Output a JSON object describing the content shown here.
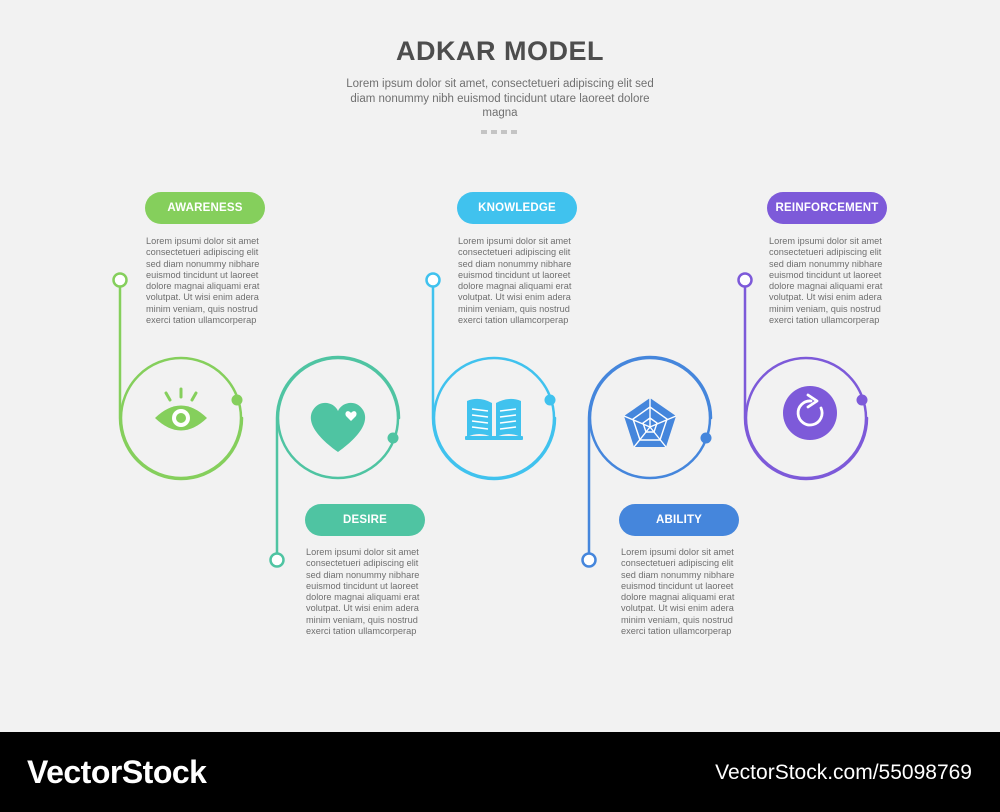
{
  "header": {
    "title": "ADKAR MODEL",
    "subtitle": "Lorem ipsum dolor sit amet, consectetueri adipiscing elit sed diam nonummy nibh euismod tincidunt utare laoreet dolore magna"
  },
  "steps": [
    {
      "label": "AWARENESS",
      "color": "#85cf5c",
      "icon": "eye-icon",
      "text": "Lorem ipsumi dolor sit amet consectetueri adipiscing elit sed diam nonummy nibhare euismod tincidunt ut laoreet dolore magnai aliquami erat volutpat. Ut wisi enim adera minim veniam, quis nostrud exerci tation ullamcorperap"
    },
    {
      "label": "DESIRE",
      "color": "#4fc4a2",
      "icon": "heart-icon",
      "text": "Lorem ipsumi dolor sit amet consectetueri adipiscing elit sed diam nonummy nibhare euismod tincidunt ut laoreet dolore magnai aliquami erat volutpat. Ut wisi enim adera minim veniam, quis nostrud exerci tation ullamcorperap"
    },
    {
      "label": "KNOWLEDGE",
      "color": "#40c2ee",
      "icon": "book-icon",
      "text": "Lorem ipsumi dolor sit amet consectetueri adipiscing elit sed diam nonummy nibhare euismod tincidunt ut laoreet dolore magnai aliquami erat volutpat. Ut wisi enim adera minim veniam, quis nostrud exerci tation ullamcorperap"
    },
    {
      "label": "ABILITY",
      "color": "#4586dc",
      "icon": "pentagon-web-icon",
      "text": "Lorem ipsumi dolor sit amet consectetueri adipiscing elit sed diam nonummy nibhare euismod tincidunt ut laoreet dolore magnai aliquami erat volutpat. Ut wisi enim adera minim veniam, quis nostrud exerci tation ullamcorperap"
    },
    {
      "label": "REINFORCEMENT",
      "color": "#7d5ad9",
      "icon": "refresh-icon",
      "text": "Lorem ipsumi dolor sit amet consectetueri adipiscing elit sed diam nonummy nibhare euismod tincidunt ut laoreet dolore magnai aliquami erat volutpat. Ut wisi enim adera minim veniam, quis nostrud exerci tation ullamcorperap"
    }
  ],
  "footer": {
    "brand": "VectorStock",
    "url": "VectorStock.com/55098769"
  }
}
